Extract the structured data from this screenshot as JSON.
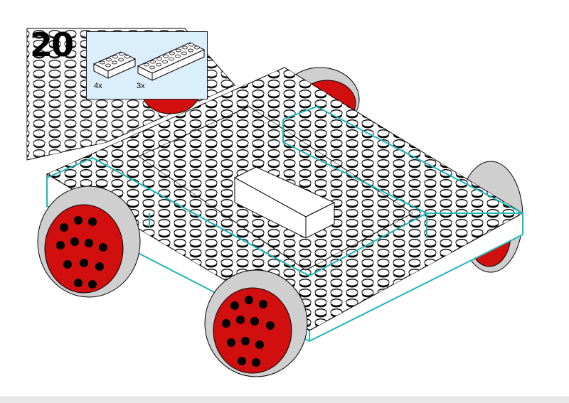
{
  "step": {
    "number": "20"
  },
  "parts_callout": {
    "items": [
      {
        "part": "white-brick-2x4-icon",
        "quantity": "4x"
      },
      {
        "part": "white-brick-2x8-icon",
        "quantity": "3x"
      }
    ],
    "background": "#dbeefb"
  },
  "colors": {
    "highlight_outline": "#1fb7b7",
    "wheel_hub": "#d10f0f",
    "tire": "#cfcfcf",
    "brick": "#ffffff"
  }
}
